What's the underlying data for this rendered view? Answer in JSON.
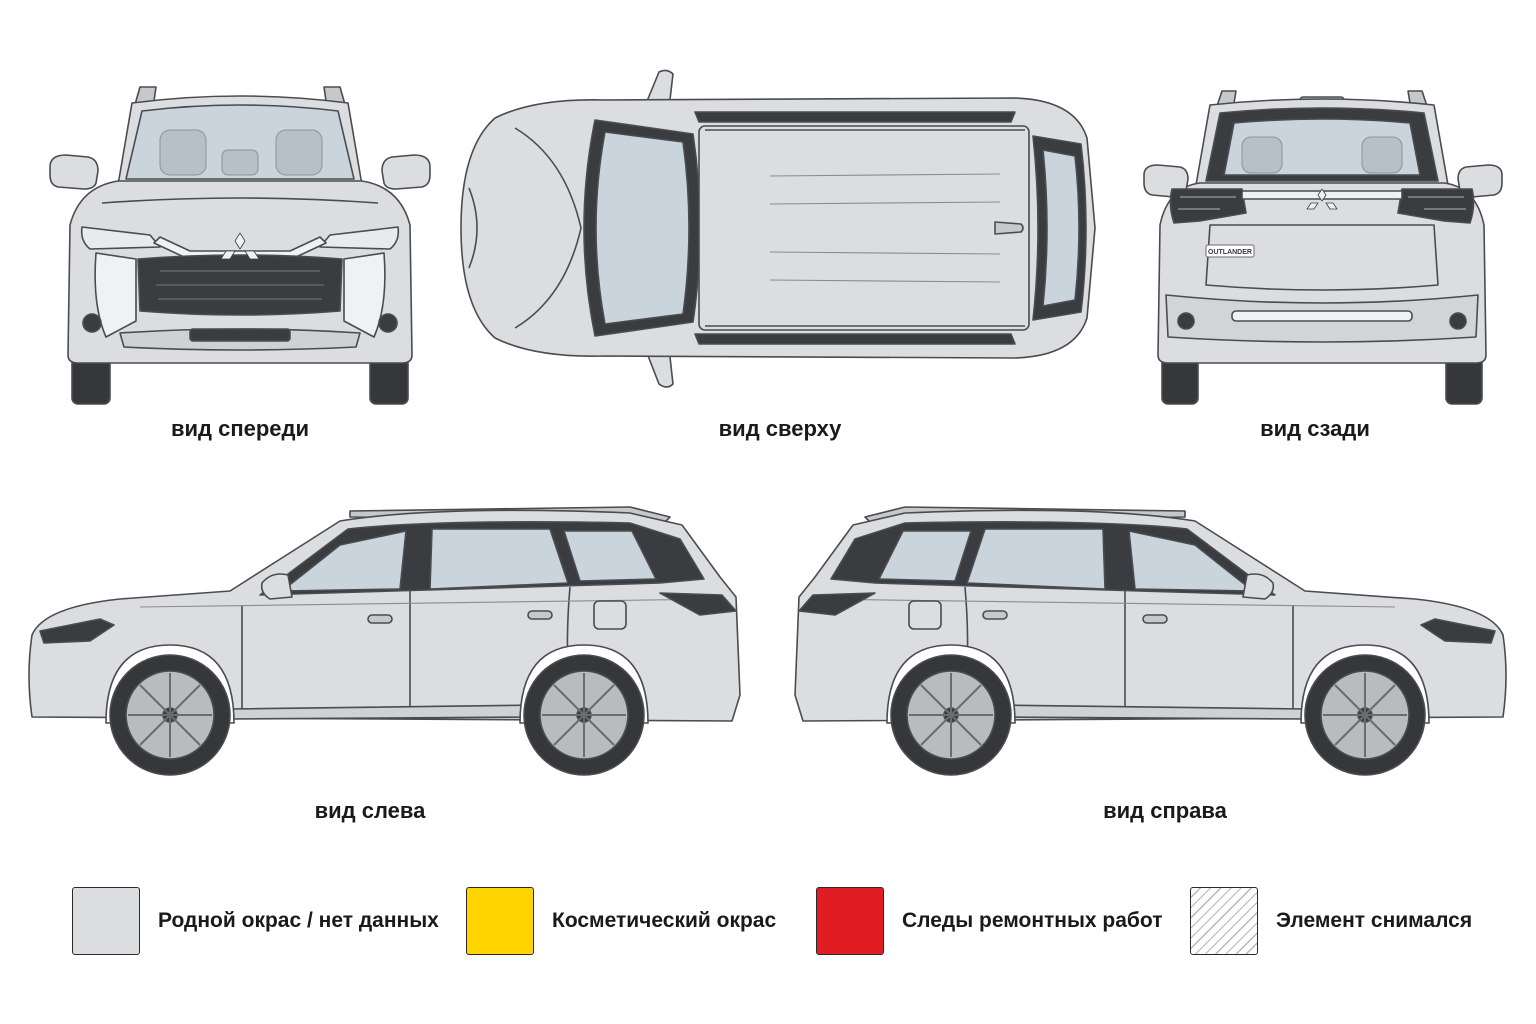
{
  "views": {
    "front": {
      "label": "вид спереди"
    },
    "top": {
      "label": "вид сверху"
    },
    "rear": {
      "label": "вид сзади",
      "badge_text": "OUTLANDER"
    },
    "left": {
      "label": "вид слева"
    },
    "right": {
      "label": "вид справа"
    }
  },
  "legend": [
    {
      "label": "Родной окрас / нет данных",
      "color": "#dcdde0",
      "pattern": "solid"
    },
    {
      "label": "Косметический окрас",
      "color": "#ffd400",
      "pattern": "solid"
    },
    {
      "label": "Следы ремонтных работ",
      "color": "#e11d24",
      "pattern": "solid"
    },
    {
      "label": "Элемент снимался",
      "color": "#ffffff",
      "pattern": "hatched"
    }
  ],
  "colors": {
    "body": "#dcdde0",
    "glass": "#c9d4dc",
    "dark_trim": "#3a3c40",
    "outline": "#4a4c50",
    "tire": "#35373a",
    "rim": "#b9bbbf"
  }
}
